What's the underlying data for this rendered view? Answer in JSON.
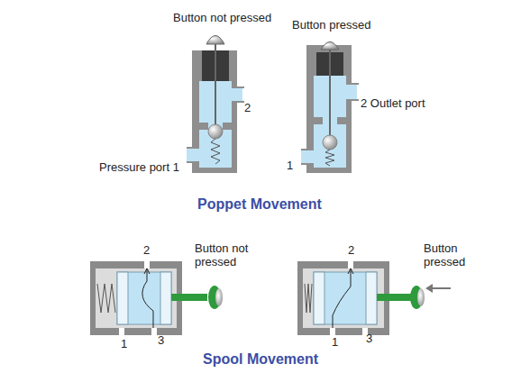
{
  "diagram": {
    "labels": [
      "Button not pressed",
      "Button pressed",
      "2",
      "2 Outlet port",
      "Pressure port 1",
      "1",
      "Poppet Movement",
      "2",
      "Button not pressed",
      "1",
      "3",
      "2",
      "Button pressed",
      "1",
      "3",
      "Spool Movement"
    ]
  }
}
